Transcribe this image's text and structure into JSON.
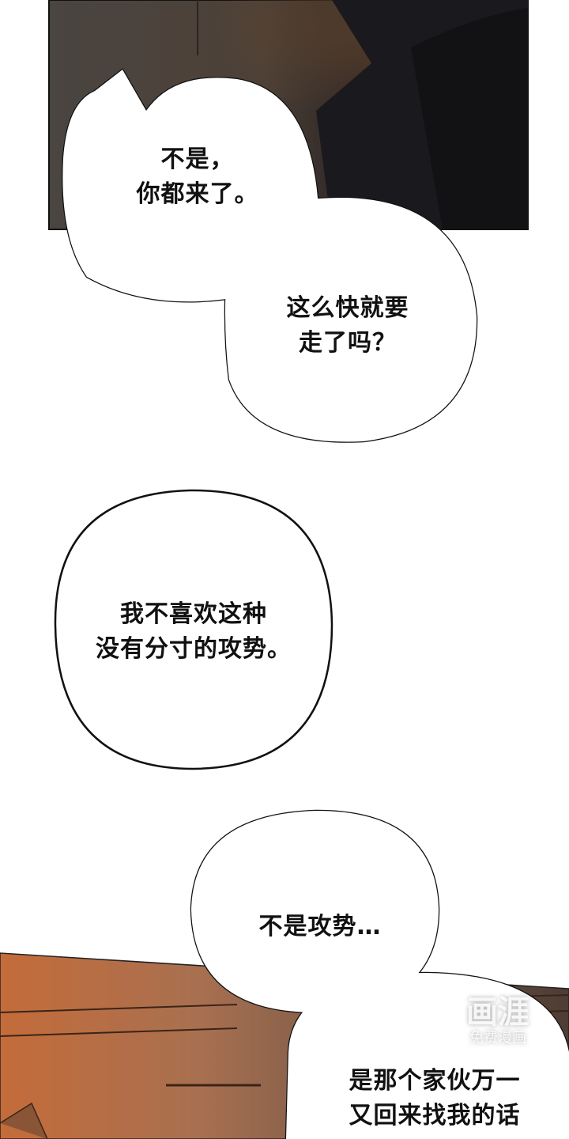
{
  "bubbles": [
    {
      "lines": [
        "不是，",
        "你都来了。"
      ]
    },
    {
      "lines": [
        "这么快就要",
        "走了吗？"
      ]
    },
    {
      "lines": [
        "我不喜欢这种",
        "没有分寸的攻势。"
      ]
    },
    {
      "lines": [
        "不是攻势…"
      ]
    },
    {
      "lines": [
        "是那个家伙万一",
        "又回来找我的话"
      ]
    }
  ],
  "watermark": {
    "title": "画涯",
    "subtitle": "免费漫画"
  }
}
